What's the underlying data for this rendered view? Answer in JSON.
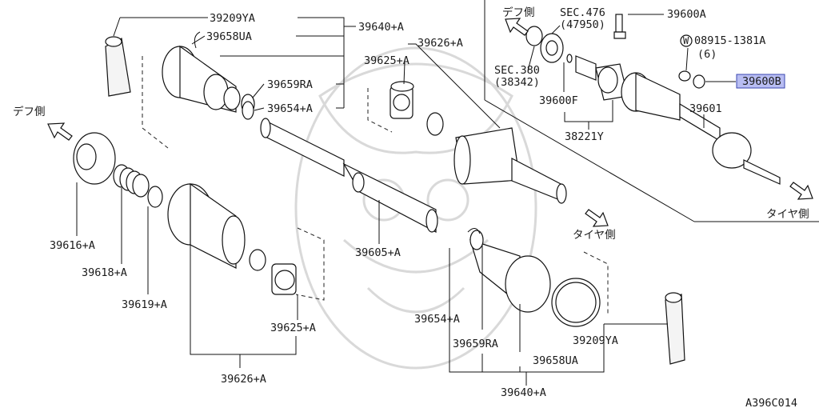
{
  "labels": {
    "p39209YA_top": "39209YA",
    "p39658UA_top": "39658UA",
    "p39640A_top": "39640+A",
    "p39626A_top": "39626+A",
    "p39625A_top": "39625+A",
    "p39659RA_top": "39659RA",
    "p39654A_top": "39654+A",
    "p39616A": "39616+A",
    "p39618A": "39618+A",
    "p39619A": "39619+A",
    "p39605A": "39605+A",
    "p39625A_bot": "39625+A",
    "p39626A_bot": "39626+A",
    "p39654A_bot": "39654+A",
    "p39659RA_bot": "39659RA",
    "p39658UA_bot": "39658UA",
    "p39209YA_bot": "39209YA",
    "p39640A_bot": "39640+A",
    "p39600A": "39600A",
    "sec476_a": "SEC.476",
    "sec476_b": "(47950)",
    "sec380_a": "SEC.380",
    "sec380_b": "(38342)",
    "p39600F": "39600F",
    "p38221Y": "38221Y",
    "p08915_a": "08915-1381A",
    "p08915_b": "(6)",
    "washer_mark": "W",
    "p39600B": "39600B",
    "p39601": "39601",
    "def_side_left": "デフ側",
    "def_side_top": "デフ側",
    "tire_side_mid": "タイヤ側",
    "tire_side_right": "タイヤ側",
    "diagram_code": "A396C014"
  },
  "colors": {
    "highlight_fill": "#b8bdf2",
    "highlight_stroke": "#3a46b0",
    "line": "#111111"
  }
}
